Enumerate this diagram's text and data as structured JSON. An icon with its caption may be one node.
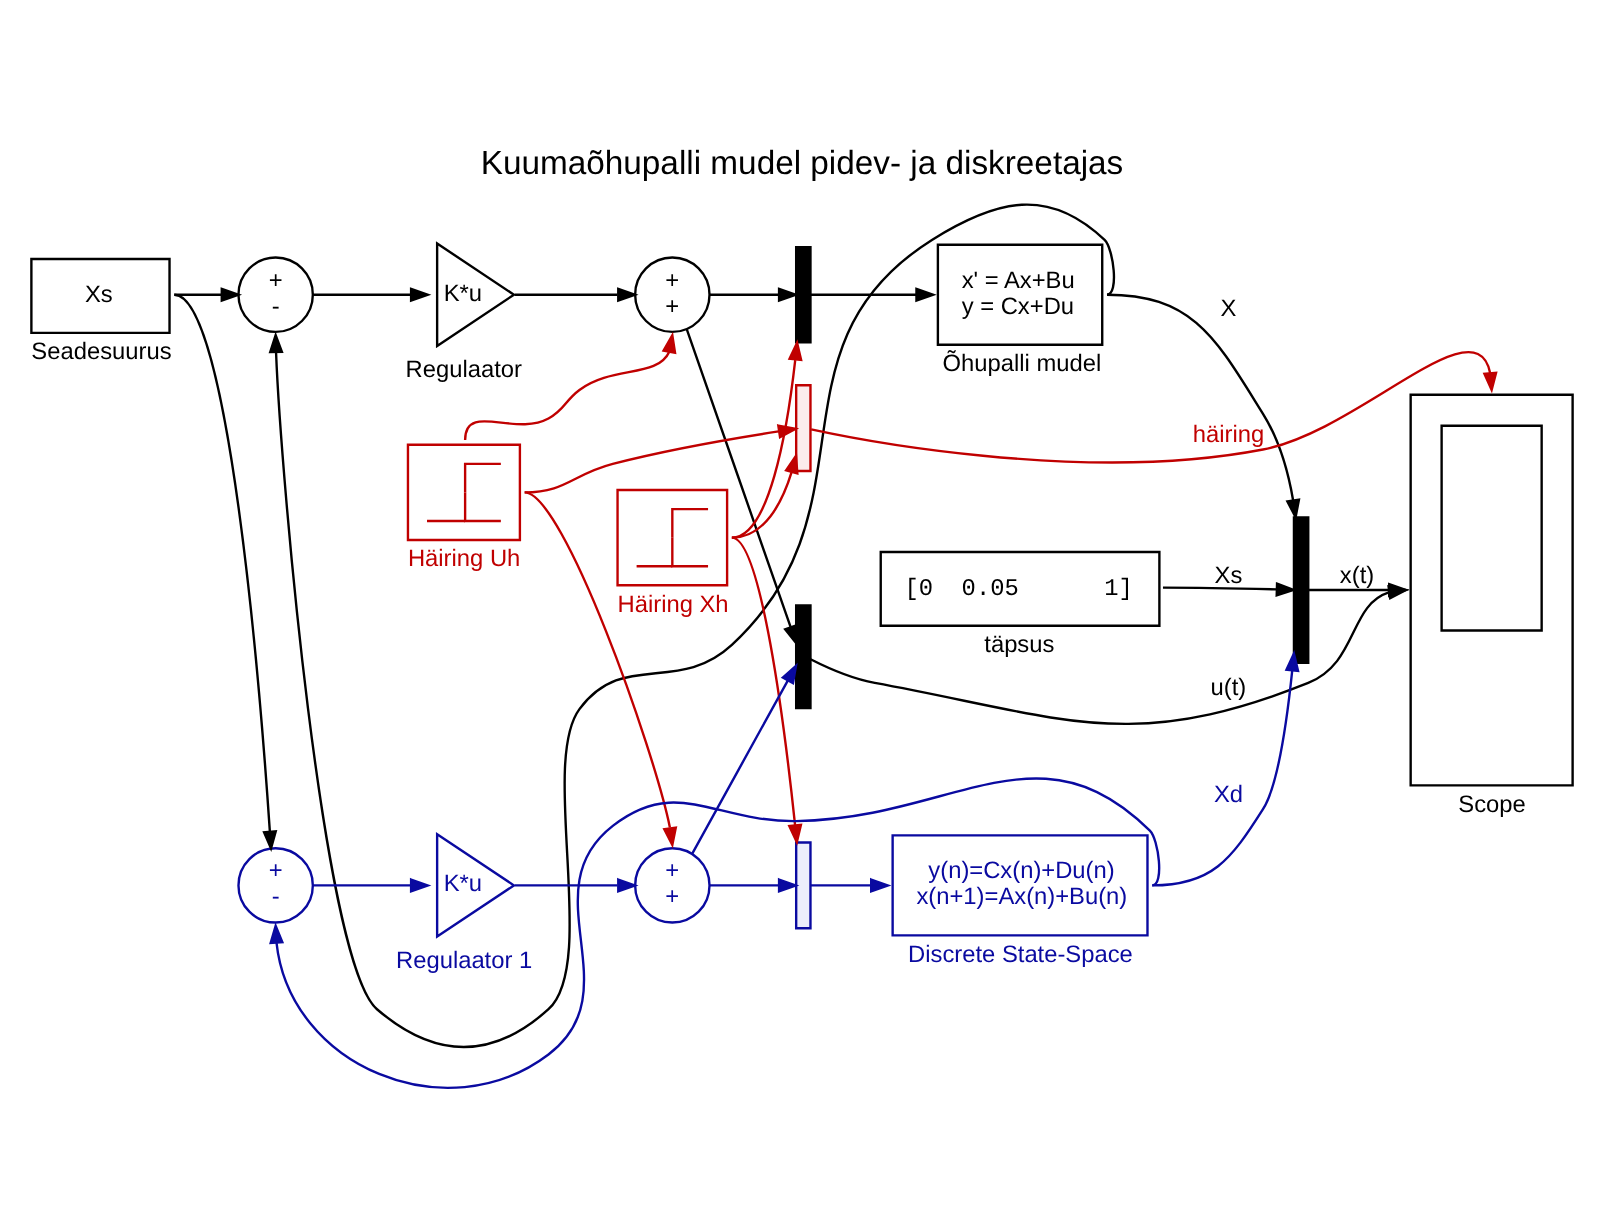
{
  "diagram": {
    "title": "Kuumaõhupalli mudel pidev- ja diskreetajas",
    "nodes": [
      {
        "text": [
          "Xs",
          "Seadesuurus"
        ]
      },
      {
        "text": [
          "+",
          "-"
        ]
      },
      {
        "text": [
          "K*u",
          "Regulaator"
        ]
      },
      {
        "text": [
          "+",
          "+"
        ]
      },
      {
        "text": [],
        "shape": "bar"
      },
      {
        "text": [
          "x' = Ax+Bu",
          "y = Cx+Du",
          "Õhupalli mudel"
        ]
      },
      {
        "text": [],
        "shape": "bar"
      },
      {
        "text": [],
        "shape": "bar"
      },
      {
        "text": [
          "Scope"
        ]
      },
      {
        "text": [
          "Häiring Xh"
        ]
      },
      {
        "text": [
          "Häiring Uh"
        ]
      },
      {
        "text": [
          "[0  0.05      1]",
          "täpsus"
        ]
      },
      {
        "text": [],
        "shape": "bar"
      },
      {
        "text": [
          "+",
          "-"
        ]
      },
      {
        "text": [
          "K*u",
          "Regulaator 1"
        ]
      },
      {
        "text": [
          "+",
          "+"
        ]
      },
      {
        "text": [],
        "shape": "bar"
      },
      {
        "text": [
          "y(n)=Cx(n)+Du(n)",
          "x(n+1)=Ax(n)+Bu(n)",
          "Discrete State-Space"
        ]
      }
    ],
    "edges": [
      {
        "from": 0,
        "to": 1,
        "arrow": "to"
      },
      {
        "from": 1,
        "to": 2,
        "arrow": "to"
      },
      {
        "from": 2,
        "to": 3,
        "arrow": "to"
      },
      {
        "from": 3,
        "to": 4,
        "arrow": "to"
      },
      {
        "from": 3,
        "to": 6,
        "arrow": "to"
      },
      {
        "from": 4,
        "to": 5,
        "arrow": "to"
      },
      {
        "from": 5,
        "to": 7,
        "arrow": "to",
        "label": "X"
      },
      {
        "from": 5,
        "to": 1,
        "arrow": "to"
      },
      {
        "from": 6,
        "to": 8,
        "arrow": "to",
        "label": "u(t)"
      },
      {
        "from": 7,
        "to": 8,
        "arrow": "to",
        "label": "x(t)"
      },
      {
        "from": 9,
        "to": 4,
        "arrow": "to",
        "color": "#c00000"
      },
      {
        "from": 9,
        "to": 12,
        "arrow": "to",
        "color": "#c00000"
      },
      {
        "from": 9,
        "to": 16,
        "arrow": "to",
        "color": "#c00000"
      },
      {
        "from": 10,
        "to": 3,
        "arrow": "to",
        "color": "#c00000"
      },
      {
        "from": 10,
        "to": 15,
        "arrow": "to",
        "color": "#c00000"
      },
      {
        "from": 10,
        "to": 12,
        "arrow": "to",
        "color": "#c00000"
      },
      {
        "from": 11,
        "to": 7,
        "arrow": "to",
        "label": "Xs"
      },
      {
        "from": 12,
        "to": 8,
        "arrow": "to",
        "label": "häiring",
        "color": "#c00000"
      },
      {
        "from": 0,
        "to": 13,
        "arrow": "to"
      },
      {
        "from": 13,
        "to": 14,
        "arrow": "to",
        "color": "#0a0aa0"
      },
      {
        "from": 14,
        "to": 15,
        "arrow": "to",
        "color": "#0a0aa0"
      },
      {
        "from": 15,
        "to": 6,
        "arrow": "to",
        "color": "#0a0aa0"
      },
      {
        "from": 15,
        "to": 16,
        "arrow": "to",
        "color": "#0a0aa0"
      },
      {
        "from": 16,
        "to": 17,
        "arrow": "to",
        "color": "#0a0aa0"
      },
      {
        "from": 17,
        "to": 7,
        "arrow": "to",
        "label": "Xd",
        "color": "#0a0aa0"
      },
      {
        "from": 17,
        "to": 13,
        "arrow": "to",
        "color": "#0a0aa0"
      }
    ]
  }
}
